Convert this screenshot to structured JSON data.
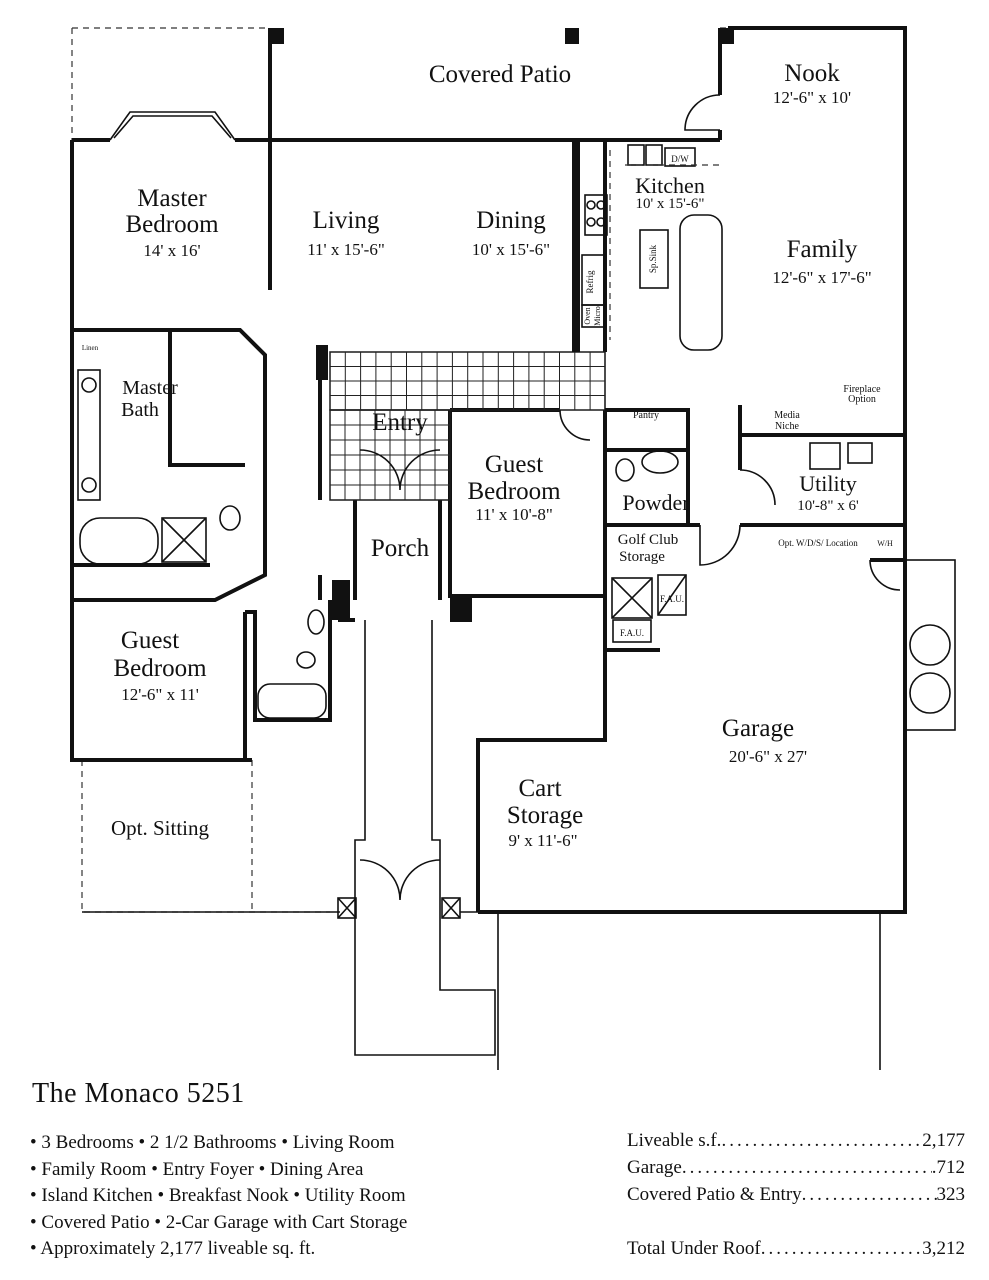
{
  "rooms": {
    "covered_patio": "Covered Patio",
    "nook": {
      "name": "Nook",
      "dim": "12'-6\" x 10'"
    },
    "master_bedroom": {
      "name1": "Master",
      "name2": "Bedroom",
      "dim": "14' x 16'"
    },
    "living": {
      "name": "Living",
      "dim": "11' x 15'-6\""
    },
    "dining": {
      "name": "Dining",
      "dim": "10' x 15'-6\""
    },
    "kitchen": {
      "name": "Kitchen",
      "dim": "10' x 15'-6\""
    },
    "family": {
      "name": "Family",
      "dim": "12'-6\" x 17'-6\""
    },
    "master_bath": {
      "name1": "Master",
      "name2": "Bath"
    },
    "entry": "Entry",
    "guest_bedroom_1": {
      "name1": "Guest",
      "name2": "Bedroom",
      "dim": "11' x 10'-8\""
    },
    "powder": "Powder",
    "utility": {
      "name": "Utility",
      "dim": "10'-8\" x 6'"
    },
    "porch": "Porch",
    "golf_club_storage": {
      "name1": "Golf Club",
      "name2": "Storage"
    },
    "guest_bedroom_2": {
      "name1": "Guest",
      "name2": "Bedroom",
      "dim": "12'-6\" x 11'"
    },
    "garage": {
      "name": "Garage",
      "dim": "20'-6\" x 27'"
    },
    "cart_storage": {
      "name1": "Cart",
      "name2": "Storage",
      "dim": "9' x 11'-6\""
    },
    "opt_sitting": "Opt. Sitting"
  },
  "fixtures": {
    "pantry": "Pantry",
    "media_niche1": "Media",
    "media_niche2": "Niche",
    "fireplace1": "Fireplace",
    "fireplace2": "Option",
    "linen": "Linen",
    "dw": "D/W",
    "refrig": "Refrig",
    "oven": "Oven",
    "micro": "Micro",
    "island": "Sp.Sink",
    "fau": "F.A.U.",
    "opt_wds": "Opt. W/D/S/ Location",
    "wh": "W/H"
  },
  "title": "The Monaco 5251",
  "features": [
    "• 3 Bedrooms • 2 1/2 Bathrooms • Living Room",
    "• Family Room • Entry Foyer • Dining Area",
    "• Island Kitchen • Breakfast Nook • Utility Room",
    "• Covered Patio • 2-Car Garage with Cart Storage",
    "• Approximately 2,177 liveable sq. ft."
  ],
  "stats": [
    {
      "label": "Liveable s.f.",
      "value": "2,177"
    },
    {
      "label": "Garage",
      "value": ".712"
    },
    {
      "label": "Covered Patio & Entry",
      "value": "323"
    }
  ],
  "total": {
    "label": "Total Under Roof",
    "value": "3,212"
  }
}
